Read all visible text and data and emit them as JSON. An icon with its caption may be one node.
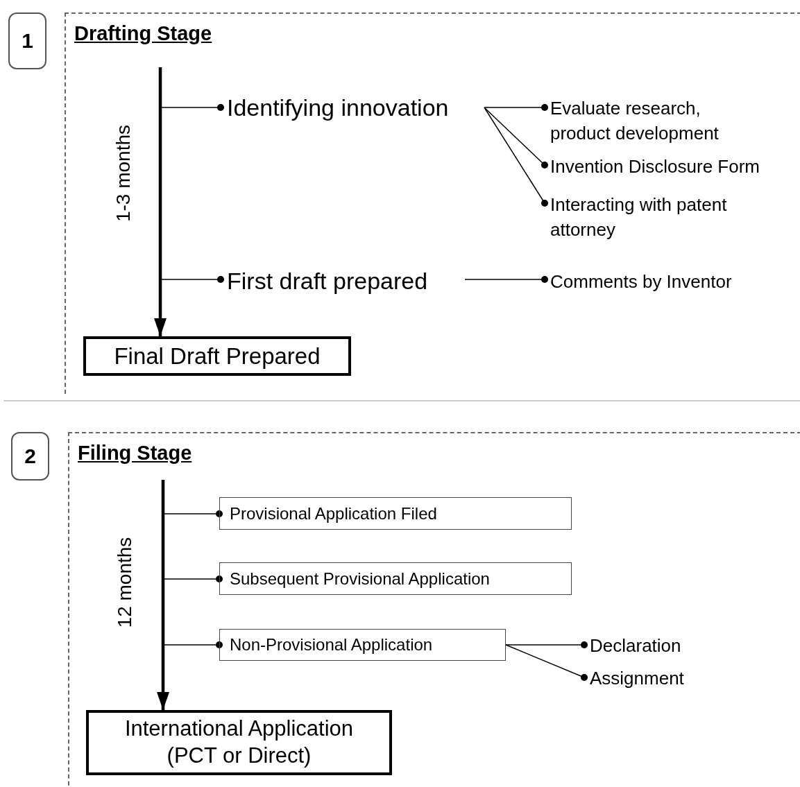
{
  "diagram": {
    "nodes": [
      {
        "text": [
          "1"
        ]
      },
      {
        "text": [
          "Drafting Stage"
        ]
      },
      {
        "text": [
          "Identifying innovation"
        ],
        "in": 1
      },
      {
        "text": [
          "Evaluate research, product development"
        ],
        "in": 1
      },
      {
        "text": [
          "Invention Disclosure Form"
        ],
        "in": 1
      },
      {
        "text": [
          "Interacting with patent attorney"
        ],
        "in": 1
      },
      {
        "text": [
          "First draft prepared"
        ],
        "in": 1
      },
      {
        "text": [
          "Comments by Inventor"
        ],
        "in": 1
      },
      {
        "text": [
          "Final Draft Prepared"
        ],
        "in": 1
      },
      {
        "text": [
          "2"
        ]
      },
      {
        "text": [
          "Filing Stage"
        ]
      },
      {
        "text": [
          "Provisional Application Filed"
        ],
        "in": 10
      },
      {
        "text": [
          "Subsequent Provisional Application"
        ],
        "in": 10
      },
      {
        "text": [
          "Non-Provisional Application"
        ],
        "in": 10
      },
      {
        "text": [
          "Declaration"
        ],
        "in": 10
      },
      {
        "text": [
          "Assignment"
        ],
        "in": 10
      },
      {
        "text": [
          "International Application (PCT or Direct)"
        ],
        "in": 10
      }
    ],
    "edges": [
      {
        "from": null,
        "to": 8,
        "arrow": "to",
        "label": "1-3 months",
        "style": "thick"
      },
      {
        "from": null,
        "to": 2,
        "arrow": "other"
      },
      {
        "from": 2,
        "to": 3,
        "arrow": "other"
      },
      {
        "from": 2,
        "to": 4,
        "arrow": "other"
      },
      {
        "from": 2,
        "to": 5,
        "arrow": "other"
      },
      {
        "from": null,
        "to": 6,
        "arrow": "other"
      },
      {
        "from": 6,
        "to": 7,
        "arrow": "other"
      },
      {
        "from": null,
        "to": 16,
        "arrow": "to",
        "label": "12 months",
        "style": "thick"
      },
      {
        "from": null,
        "to": 11,
        "arrow": "other"
      },
      {
        "from": null,
        "to": 12,
        "arrow": "other"
      },
      {
        "from": null,
        "to": 13,
        "arrow": "other"
      },
      {
        "from": 13,
        "to": 14,
        "arrow": "other"
      },
      {
        "from": 13,
        "to": 15,
        "arrow": "other"
      }
    ]
  }
}
